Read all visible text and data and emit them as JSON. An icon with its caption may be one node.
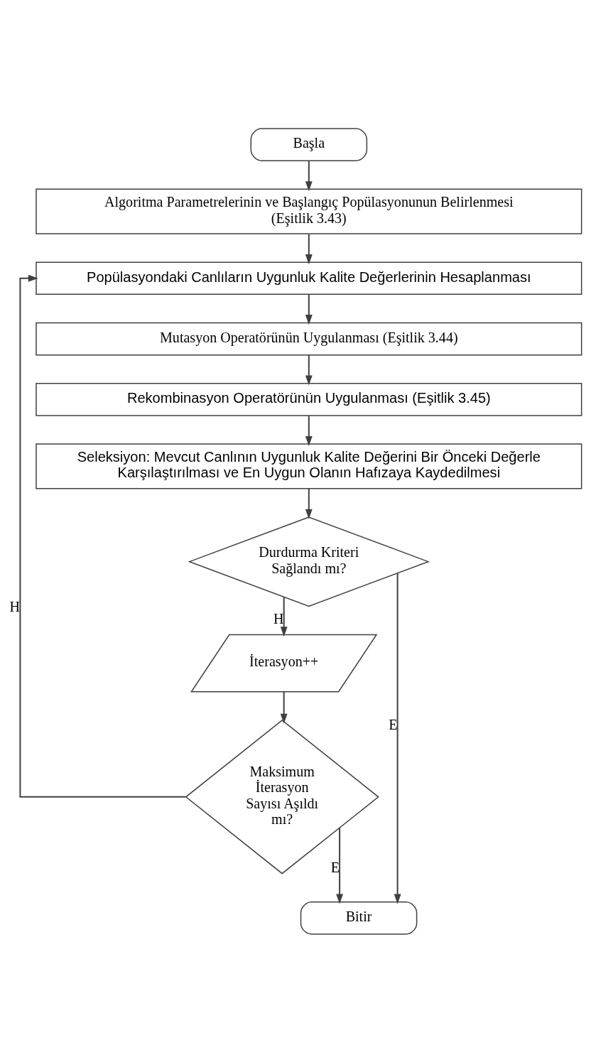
{
  "diagram": {
    "nodes": [
      {
        "text": [
          "Başla"
        ]
      },
      {
        "text": [
          "Algoritma Parametrelerinin ve Başlangıç Popülasyonunun Belirlenmesi (Eşitlik 3.43)"
        ]
      },
      {
        "text": [
          "Popülasyondaki Canlıların Uygunluk Kalite Değerlerinin Hesaplanması"
        ]
      },
      {
        "text": [
          "Mutasyon Operatörünün Uygulanması (Eşitlik 3.44)"
        ]
      },
      {
        "text": [
          "Rekombinasyon Operatörünün Uygulanması (Eşitlik 3.45)"
        ]
      },
      {
        "text": [
          "Seleksiyon: Mevcut Canlının Uygunluk Kalite Değerini Bir Önceki Değerle Karşılaştırılması ve En Uygun Olanın Hafızaya Kaydedilmesi"
        ]
      },
      {
        "text": [
          "Durdurma Kriteri Sağlandı mı?"
        ]
      },
      {
        "text": [
          "İterasyon++"
        ]
      },
      {
        "text": [
          "Maksimum İterasyon Sayısı Aşıldı mı?"
        ]
      },
      {
        "text": [
          "Bitir"
        ]
      }
    ],
    "edges": [
      {
        "from": 0,
        "to": 1,
        "arrow": "to"
      },
      {
        "from": 1,
        "to": 2,
        "arrow": "to"
      },
      {
        "from": 2,
        "to": 3,
        "arrow": "to"
      },
      {
        "from": 3,
        "to": 4,
        "arrow": "to"
      },
      {
        "from": 4,
        "to": 5,
        "arrow": "to"
      },
      {
        "from": 5,
        "to": 6,
        "arrow": "to"
      },
      {
        "from": 6,
        "to": 9,
        "arrow": "to",
        "label": "E"
      },
      {
        "from": 6,
        "to": 7,
        "arrow": "to",
        "label": "H"
      },
      {
        "from": 7,
        "to": 8,
        "arrow": "to"
      },
      {
        "from": 8,
        "to": 2,
        "arrow": "to",
        "label": "H"
      },
      {
        "from": 8,
        "to": 9,
        "arrow": "to",
        "label": "E"
      }
    ]
  }
}
